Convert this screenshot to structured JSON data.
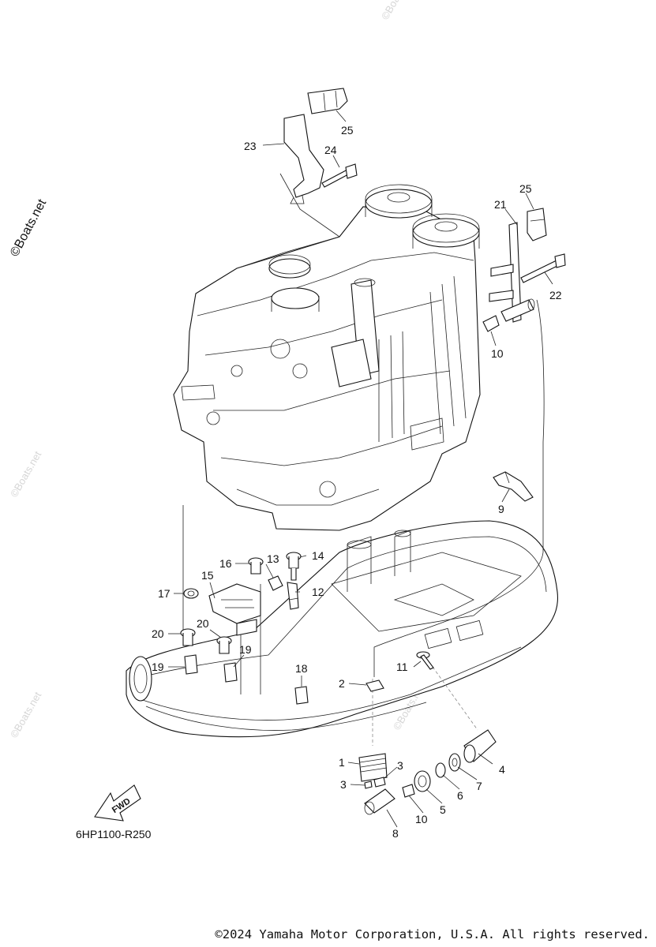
{
  "watermark": "©Boats.net",
  "diagram_code": "6HP1100-R250",
  "fwd_arrow": "FWD",
  "copyright": "©2024 Yamaha Motor Corporation, U.S.A. All rights reserved.",
  "callouts": [
    "1",
    "2",
    "3",
    "3",
    "4",
    "5",
    "6",
    "7",
    "8",
    "9",
    "10",
    "10",
    "11",
    "12",
    "13",
    "14",
    "15",
    "16",
    "17",
    "18",
    "19",
    "19",
    "20",
    "20",
    "21",
    "22",
    "23",
    "24",
    "25",
    "25"
  ]
}
